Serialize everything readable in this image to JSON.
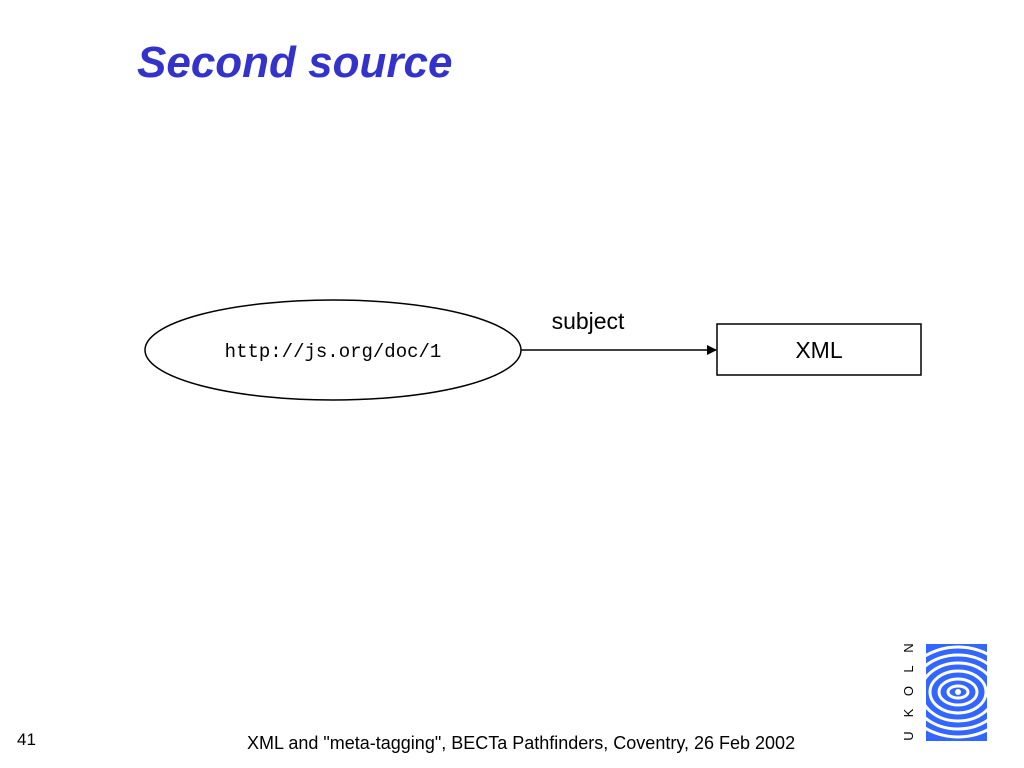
{
  "slide": {
    "title": "Second source",
    "slide_number": "41",
    "footer": "XML and \"meta-tagging\", BECTa Pathfinders, Coventry, 26 Feb 2002"
  },
  "diagram": {
    "resource": {
      "label": "http://js.org/doc/1"
    },
    "property": {
      "label": "subject"
    },
    "value": {
      "label": "XML"
    }
  },
  "logo": {
    "letters": [
      "U",
      "K",
      "O",
      "L",
      "N"
    ],
    "color": "#3366ff"
  }
}
